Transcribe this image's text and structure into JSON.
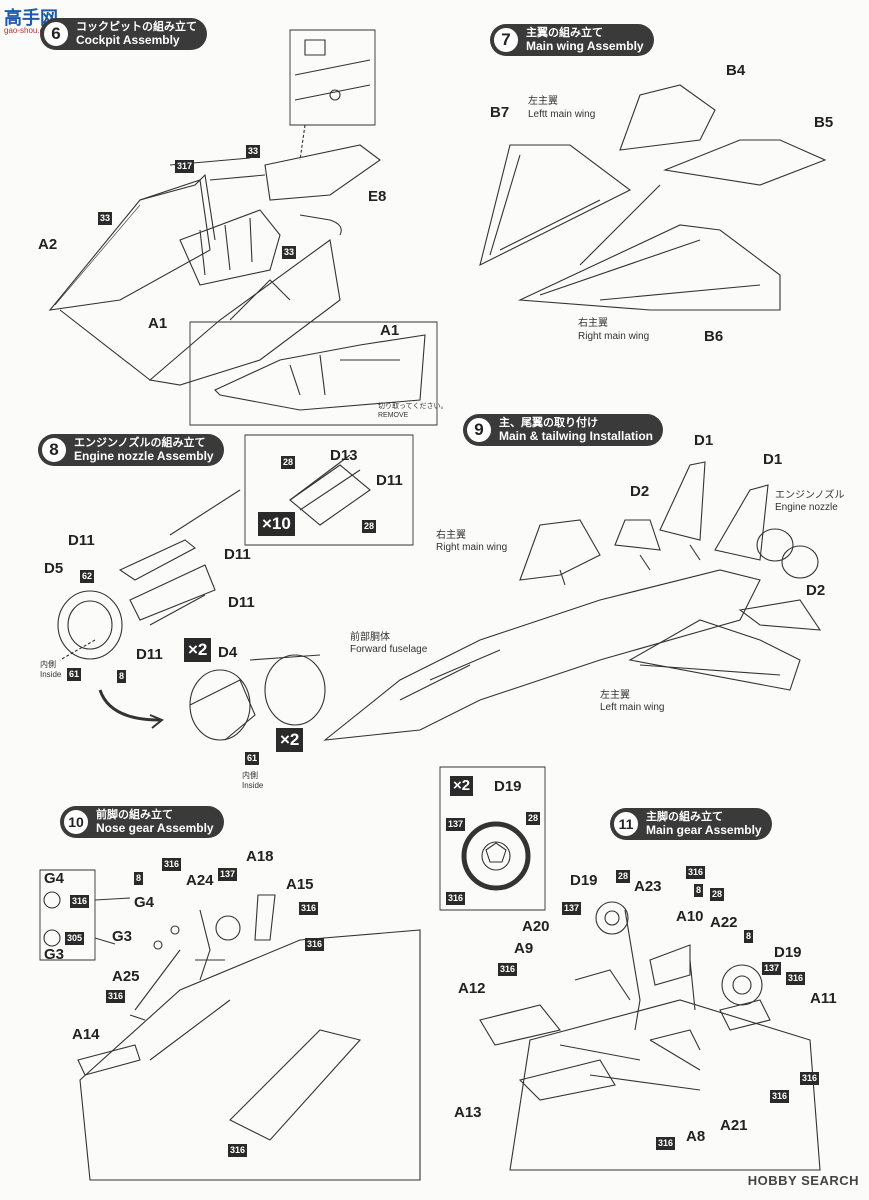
{
  "site_logo": {
    "text": "高手网",
    "sub": "gao-shou.com"
  },
  "watermark": "HOBBY SEARCH",
  "steps": [
    {
      "num": "6",
      "jp": "コックピットの組み立て",
      "en": "Cockpit Assembly"
    },
    {
      "num": "7",
      "jp": "主翼の組み立て",
      "en": "Main wing Assembly"
    },
    {
      "num": "8",
      "jp": "エンジンノズルの組み立て",
      "en": "Engine nozzle Assembly"
    },
    {
      "num": "9",
      "jp": "主、尾翼の取り付け",
      "en": "Main & tailwing Installation"
    },
    {
      "num": "10",
      "jp": "前脚の組み立て",
      "en": "Nose gear Assembly"
    },
    {
      "num": "11",
      "jp": "主脚の組み立て",
      "en": "Main gear Assembly"
    }
  ],
  "cockpit": {
    "parts": [
      "A2",
      "A1",
      "E8",
      "A1"
    ],
    "colors": [
      "317",
      "33",
      "33",
      "33"
    ],
    "remove_jp": "切り取ってください。",
    "remove_en": "REMOVE"
  },
  "wing": {
    "parts": [
      "B4",
      "B5",
      "B7",
      "B6"
    ],
    "left_jp": "左主翼",
    "left_en": "Leftt main wing",
    "right_jp": "右主翼",
    "right_en": "Right main wing"
  },
  "nozzle": {
    "parts": [
      "D13",
      "D11",
      "D11",
      "D11",
      "D11",
      "D5",
      "D11",
      "D4"
    ],
    "colors": [
      "28",
      "28",
      "62",
      "61",
      "8",
      "61"
    ],
    "mult": [
      "×10",
      "×2",
      "×2"
    ],
    "inside_jp": "内側",
    "inside_en": "Inside"
  },
  "install": {
    "parts": [
      "D1",
      "D1",
      "D2",
      "D2"
    ],
    "nozzle_jp": "エンジンノズル",
    "nozzle_en": "Engine nozzle",
    "right_jp": "右主翼",
    "right_en": "Right main wing",
    "fwd_jp": "前部胴体",
    "fwd_en": "Forward fuselage",
    "left_jp": "左主翼",
    "left_en": "Left  main wing"
  },
  "wheel": {
    "mult": "×2",
    "part": "D19",
    "colors": [
      "137",
      "28",
      "316"
    ]
  },
  "nose_gear": {
    "parts": [
      "G4",
      "G4",
      "G3",
      "G3",
      "A18",
      "A24",
      "A15",
      "A25",
      "A14"
    ],
    "colors": [
      "316",
      "305",
      "316",
      "8",
      "137",
      "316",
      "316",
      "316",
      "316"
    ]
  },
  "main_gear": {
    "parts": [
      "D19",
      "A23",
      "A20",
      "A10",
      "A22",
      "A9",
      "D19",
      "A12",
      "A11",
      "A13",
      "A21",
      "A8"
    ],
    "colors": [
      "28",
      "316",
      "8",
      "28",
      "137",
      "8",
      "316",
      "137",
      "316",
      "316",
      "316",
      "316"
    ]
  }
}
